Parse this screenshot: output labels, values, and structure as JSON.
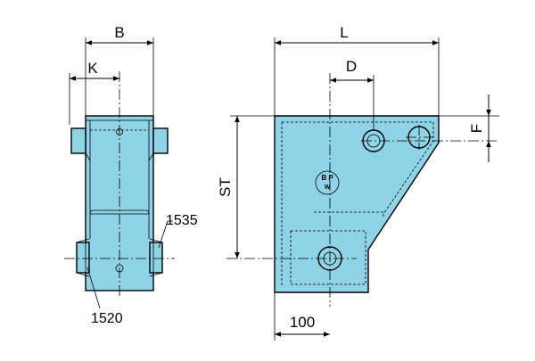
{
  "dimensions": {
    "B": "B",
    "K": "K",
    "L": "L",
    "D": "D",
    "F": "F",
    "ST": "ST",
    "offset_100": "100"
  },
  "part_numbers": {
    "bushing_upper": "1535",
    "bushing_lower": "1520"
  },
  "colors": {
    "part_fill": "#8fd3e6",
    "line": "#000000"
  }
}
